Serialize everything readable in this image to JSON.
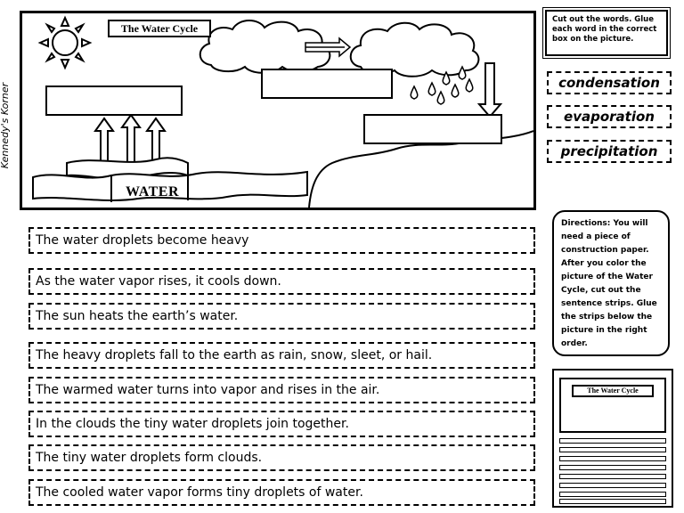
{
  "credit": "Kennedy's Korner",
  "picture": {
    "title": "The Water Cycle",
    "water_label": "WATER"
  },
  "instructions": "Cut out the words.  Glue each word in the correct box on the picture.",
  "words": [
    "condensation",
    "evaporation",
    "precipitation"
  ],
  "sentences": [
    "The water droplets become heavy",
    "As the water vapor rises, it cools down.",
    "The sun heats the earth’s water.",
    "The heavy droplets fall to the earth as rain, snow, sleet, or hail.",
    "The warmed water turns into vapor and rises in the air.",
    "In the clouds the tiny water droplets join together.",
    "The tiny water droplets form clouds.",
    "The cooled water vapor forms tiny droplets of water."
  ],
  "directions": "Directions: You will need a piece of construction paper. After you color the picture of the Water Cycle,  cut out the sentence strips.  Glue the strips below the picture in the right order.",
  "thumbnail": {
    "title": "The Water Cycle"
  }
}
